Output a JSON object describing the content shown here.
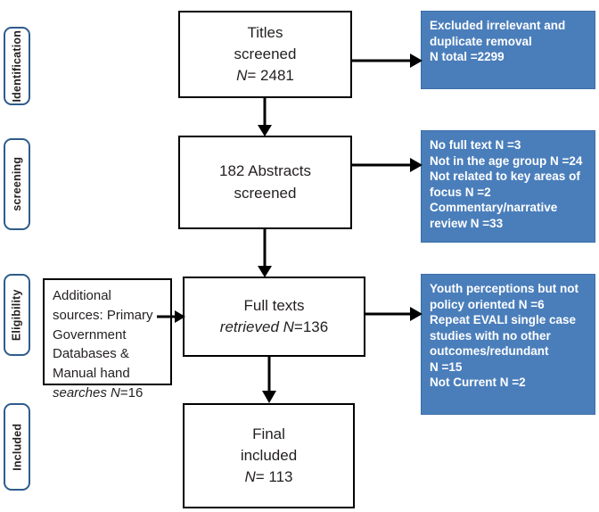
{
  "diagram": {
    "title": "PRISMA study selection flow diagram",
    "accent_blue": "#4A7EBB",
    "pill_border": "#2E5C8A",
    "box_border": "#000000"
  },
  "stages": [
    {
      "id": "identification",
      "label": "Identification"
    },
    {
      "id": "screening",
      "label": "screening"
    },
    {
      "id": "eligibility",
      "label": "Eligibility"
    },
    {
      "id": "included",
      "label": "Included"
    }
  ],
  "process_boxes": [
    {
      "id": "titles-screened",
      "lines": [
        {
          "text": "Titles",
          "italic_prefix": ""
        },
        {
          "text": "screened",
          "italic_prefix": ""
        },
        {
          "text": "= 2481",
          "italic_prefix": "N"
        }
      ]
    },
    {
      "id": "abstracts-screened",
      "lines": [
        {
          "text": "182 Abstracts",
          "italic_prefix": ""
        },
        {
          "text": "screened",
          "italic_prefix": ""
        }
      ]
    },
    {
      "id": "additional-sources",
      "lines": [
        {
          "text": "Additional",
          "italic_prefix": ""
        },
        {
          "text": "sources: Primary",
          "italic_prefix": ""
        },
        {
          "text": "Government",
          "italic_prefix": ""
        },
        {
          "text": "Databases &",
          "italic_prefix": ""
        },
        {
          "text": "Manual hand",
          "italic_prefix": ""
        },
        {
          "text": "=16",
          "italic_prefix": "searches N"
        }
      ]
    },
    {
      "id": "full-texts-retrieved",
      "lines": [
        {
          "text": "Full texts",
          "italic_prefix": ""
        },
        {
          "text": "=136",
          "italic_prefix": "retrieved N"
        }
      ]
    },
    {
      "id": "final-included",
      "lines": [
        {
          "text": "Final",
          "italic_prefix": ""
        },
        {
          "text": "included",
          "italic_prefix": ""
        },
        {
          "text": "= 113",
          "italic_prefix": "N"
        }
      ]
    }
  ],
  "exclusion_boxes": [
    {
      "id": "excluded-titles",
      "lines": [
        "Excluded irrelevant and",
        "duplicate removal",
        "N total =2299"
      ]
    },
    {
      "id": "excluded-abstracts",
      "lines": [
        "No full text N =3",
        "Not in the age group N =24",
        "Not related to key areas of",
        "focus N =2",
        "Commentary/narrative",
        "review N =33"
      ]
    },
    {
      "id": "excluded-full-texts",
      "lines": [
        "Youth perceptions but not",
        "policy oriented  N =6",
        "Repeat EVALI single  case",
        "studies with no other",
        "outcomes/redundant",
        "N =15",
        "Not Current N =2"
      ]
    }
  ],
  "connectors": [
    {
      "id": "titles-to-excluded",
      "kind": "arrow-right"
    },
    {
      "id": "titles-to-abstracts",
      "kind": "arrow-down"
    },
    {
      "id": "abstracts-to-excluded",
      "kind": "arrow-right"
    },
    {
      "id": "abstracts-to-full-texts",
      "kind": "arrow-down"
    },
    {
      "id": "additional-to-full-texts",
      "kind": "arrow-right"
    },
    {
      "id": "full-texts-to-excluded",
      "kind": "arrow-right"
    },
    {
      "id": "full-texts-to-final",
      "kind": "arrow-down"
    }
  ]
}
